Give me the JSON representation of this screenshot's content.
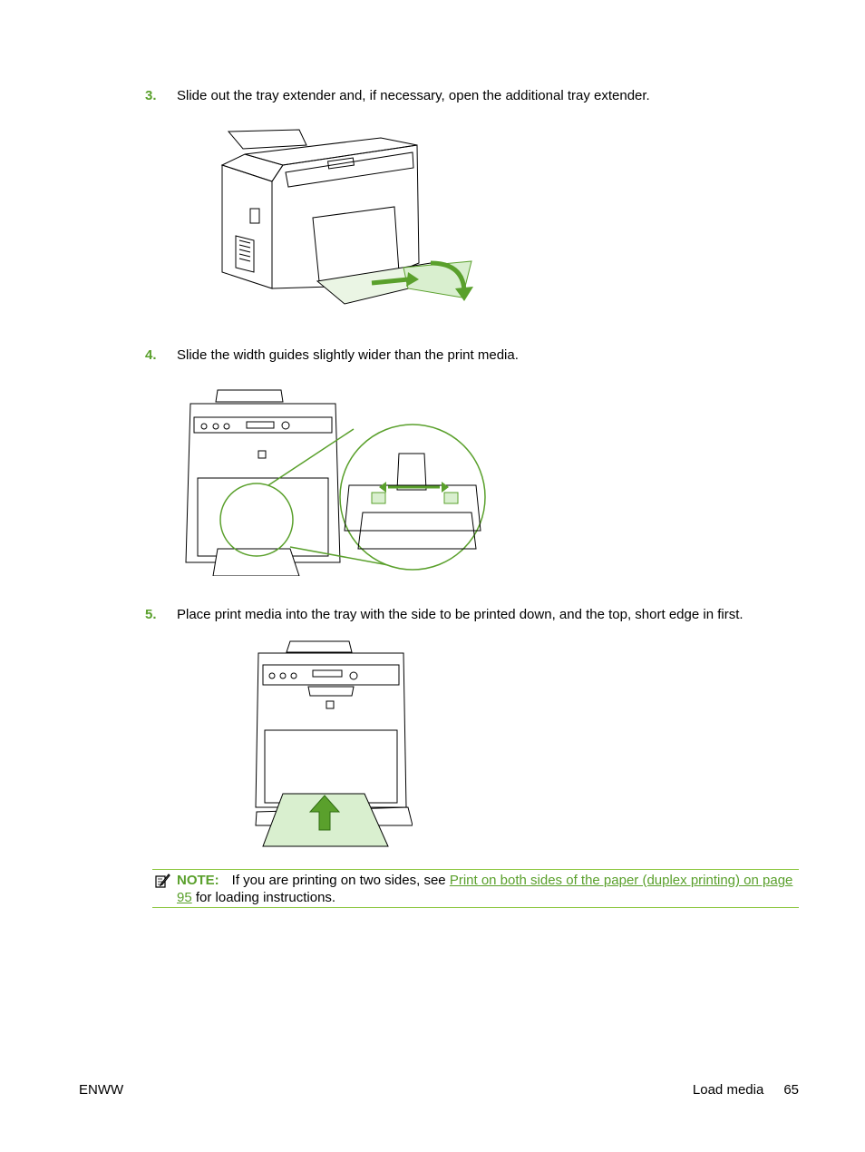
{
  "steps": [
    {
      "number": "3.",
      "text": "Slide out the tray extender and, if necessary, open the additional tray extender."
    },
    {
      "number": "4.",
      "text": "Slide the width guides slightly wider than the print media."
    },
    {
      "number": "5.",
      "text": "Place print media into the tray with the side to be printed down, and the top, short edge in first."
    }
  ],
  "note": {
    "label": "NOTE:",
    "text_before": "If you are printing on two sides, see ",
    "link_text": "Print on both sides of the paper (duplex printing) on page 95",
    "text_after": " for loading instructions."
  },
  "footer": {
    "left": "ENWW",
    "section": "Load media",
    "page_number": "65"
  },
  "colors": {
    "accent_green": "#5aa02c",
    "rule_green": "#8cc63f",
    "paper_fill": "#d9efcf"
  },
  "icons": [
    "note-icon",
    "printer-illustration",
    "green-arrow"
  ]
}
